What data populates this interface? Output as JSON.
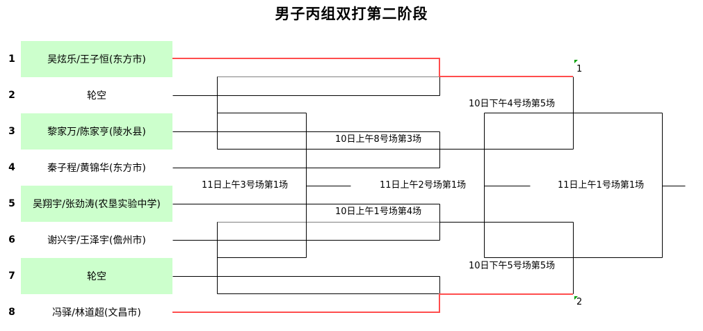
{
  "title": "男子丙组双打第二阶段",
  "slots": [
    {
      "seed": "1",
      "name": "吴炫乐/王子恒(东方市)",
      "highlight": true
    },
    {
      "seed": "2",
      "name": "轮空",
      "highlight": false
    },
    {
      "seed": "3",
      "name": "黎家万/陈家亨(陵水县)",
      "highlight": true
    },
    {
      "seed": "4",
      "name": "秦子程/黄锦华(东方市)",
      "highlight": false
    },
    {
      "seed": "5",
      "name": "吴翔宇/张劲涛(农垦实验中学)",
      "highlight": true
    },
    {
      "seed": "6",
      "name": "谢兴宇/王泽宇(儋州市)",
      "highlight": false
    },
    {
      "seed": "7",
      "name": "轮空",
      "highlight": true
    },
    {
      "seed": "8",
      "name": "冯驿/林道超(文昌市)",
      "highlight": false
    }
  ],
  "matches": {
    "m_10_am_8_3": "10日上午8号场第3场",
    "m_10_am_1_4": "10日上午1号场第4场",
    "m_11_am_3_1": "11日上午3号场第1场",
    "m_11_am_2_1": "11日上午2号场第1场",
    "m_10_pm_4_5": "10日下午4号场第5场",
    "m_10_pm_5_5": "10日下午5号场第5场",
    "m_11_am_1_1": "11日上午1号场第1场"
  },
  "results": {
    "top_winner_mark": "1",
    "bottom_winner_mark": "2"
  },
  "colors": {
    "highlight_fill": "#ccffcc",
    "advance_line": "#ff4d4d",
    "bracket_line": "#000000"
  }
}
